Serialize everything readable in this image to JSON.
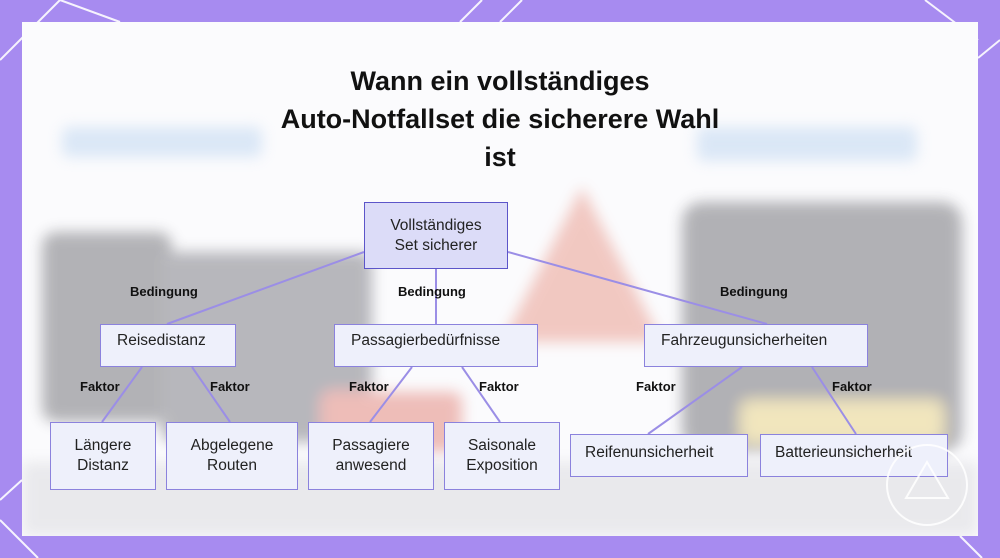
{
  "title_lines": [
    "Wann ein vollständiges",
    "Auto-Notfallset die sicherere Wahl",
    "ist"
  ],
  "root": {
    "lines": [
      "Vollständiges",
      "Set sicherer"
    ]
  },
  "edge_labels": {
    "condition": "Bedingung",
    "factor": "Faktor"
  },
  "categories": [
    {
      "label": "Reisedistanz",
      "leaves": [
        {
          "lines": [
            "Längere",
            "Distanz"
          ]
        },
        {
          "lines": [
            "Abgelegene",
            "Routen"
          ]
        }
      ]
    },
    {
      "label": "Passagierbedürfnisse",
      "leaves": [
        {
          "lines": [
            "Passagiere",
            "anwesend"
          ]
        },
        {
          "lines": [
            "Saisonale",
            "Exposition"
          ]
        }
      ]
    },
    {
      "label": "Fahrzeugunsicherheiten",
      "leaves": [
        {
          "lines": [
            "Reifenunsicherheit"
          ]
        },
        {
          "lines": [
            "Batterieunsicherheit"
          ]
        }
      ]
    }
  ],
  "colors": {
    "frame": "#a78bf0",
    "connector": "#9b8ee6",
    "node_border": "#8b82dd",
    "root_fill": "#dcdcf8"
  }
}
